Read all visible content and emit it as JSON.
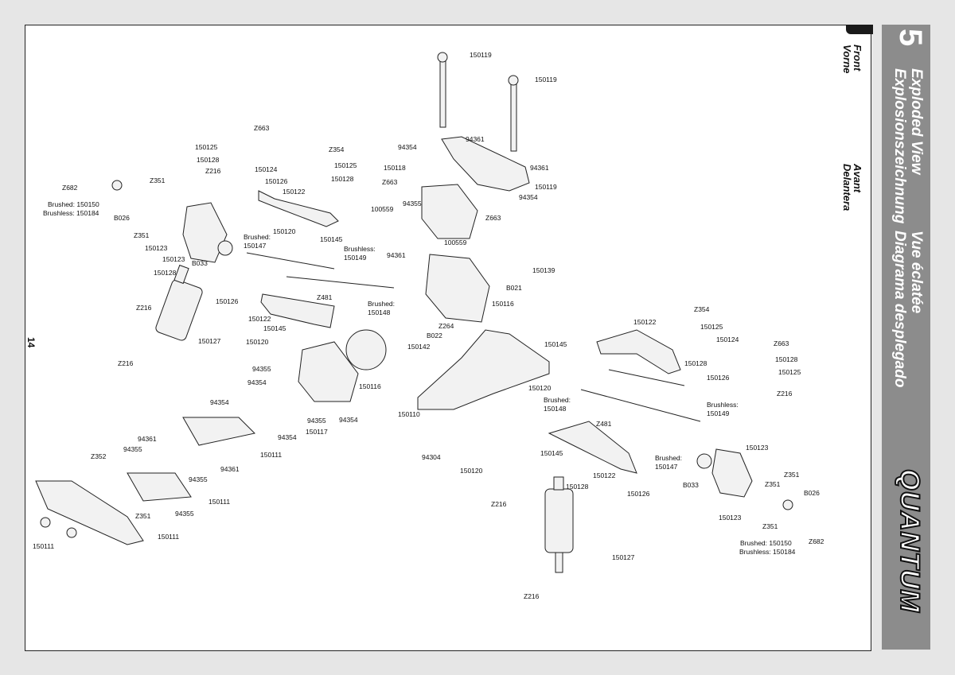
{
  "page_number": "14",
  "section": {
    "number": "5",
    "titles": [
      "Exploded View",
      "Explosionszeichnung",
      "Vue éclatée",
      "Diagrama desplegado"
    ]
  },
  "side_labels": {
    "front": [
      "Front",
      "Vorne"
    ],
    "avant": [
      "Avant",
      "Delantera"
    ]
  },
  "brand": "QUANTUM",
  "part_labels": [
    "150119",
    "150119",
    "94354",
    "94361",
    "94361",
    "150119",
    "94354",
    "150118",
    "Z663",
    "100559",
    "94355",
    "Z663",
    "100559",
    "94361",
    "Z663",
    "150125",
    "150128",
    "Z216",
    "150124",
    "Z354",
    "150125",
    "150128",
    "Z682",
    "Z351",
    "Brushed: 150150",
    "Brushless: 150184",
    "B026",
    "Z351",
    "150126",
    "150122",
    "150123",
    "150123",
    "150120",
    "150145",
    "Brushed:",
    "150147",
    "Brushless:",
    "150149",
    "B033",
    "150128",
    "150139",
    "B021",
    "150116",
    "Z216",
    "150126",
    "Z481",
    "Brushed:",
    "150148",
    "150122",
    "150145",
    "Z264",
    "B022",
    "150142",
    "150127",
    "Z216",
    "150120",
    "94355",
    "94354",
    "150116",
    "94355",
    "94354",
    "94354",
    "150117",
    "94354",
    "150111",
    "94361",
    "94355",
    "94361",
    "94355",
    "Z352",
    "150111",
    "Z351",
    "94355",
    "150111",
    "150111",
    "150110",
    "94304",
    "Z354",
    "150125",
    "150122",
    "150124",
    "Z663",
    "150145",
    "150128",
    "150128",
    "150125",
    "150126",
    "150120",
    "Z216",
    "Brushed:",
    "150148",
    "Brushless:",
    "150149",
    "Z481",
    "150145",
    "150120",
    "150122",
    "Brushed:",
    "150147",
    "150123",
    "Z351",
    "B033",
    "150126",
    "150128",
    "Z216",
    "Z351",
    "B026",
    "150123",
    "Z351",
    "Brushed: 150150",
    "Brushless: 150184",
    "Z682",
    "150127",
    "Z216"
  ]
}
